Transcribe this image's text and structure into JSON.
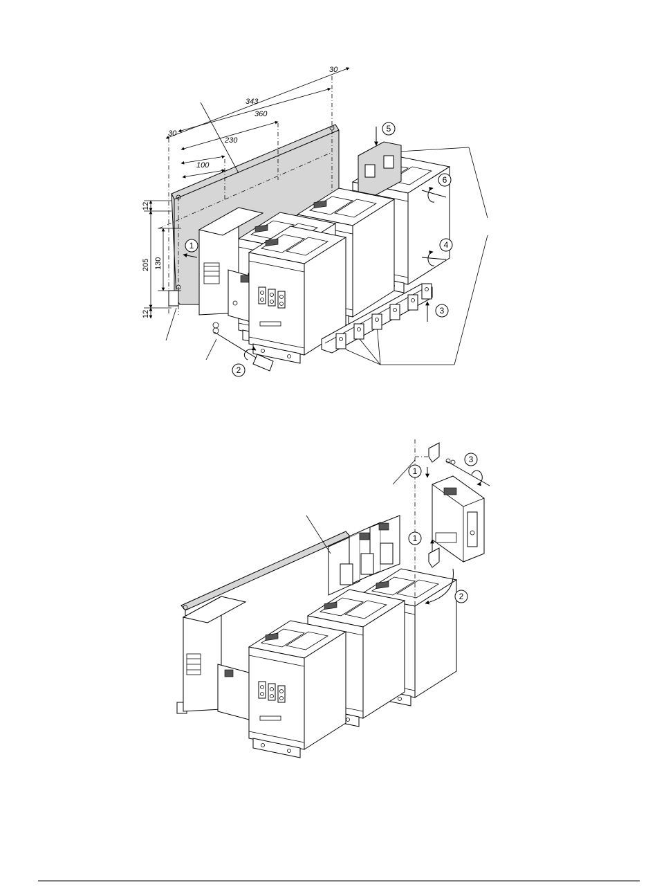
{
  "top_figure": {
    "dimensions": {
      "d30_top": "30",
      "d343": "343",
      "d360": "360",
      "d30_left": "30",
      "d230": "230",
      "d100": "100",
      "d12_top": "12",
      "d205": "205",
      "d130": "130",
      "d12_bottom": "12"
    },
    "callouts": [
      "1",
      "2",
      "3",
      "4",
      "5",
      "6"
    ]
  },
  "bottom_figure": {
    "callouts": [
      "1",
      "1",
      "2",
      "3"
    ]
  }
}
